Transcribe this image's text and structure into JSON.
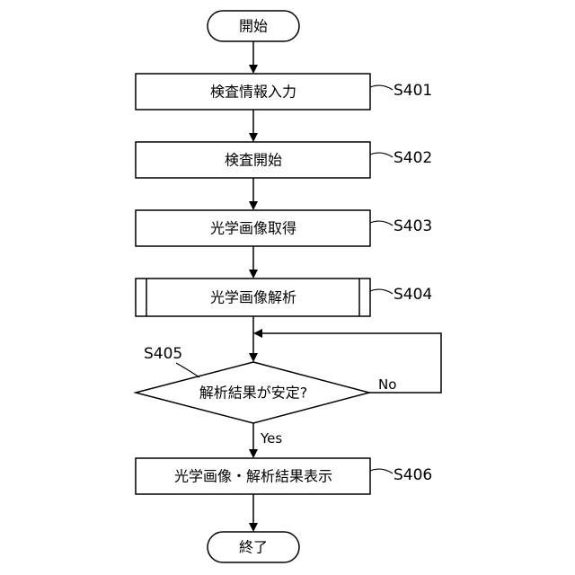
{
  "nodes": {
    "start": "開始",
    "s401": "検査情報入力",
    "s402": "検査開始",
    "s403": "光学画像取得",
    "s404": "光学画像解析",
    "s405": "解析結果が安定?",
    "s406": "光学画像・解析結果表示",
    "end": "終了"
  },
  "step_labels": {
    "s401": "S401",
    "s402": "S402",
    "s403": "S403",
    "s404": "S404",
    "s405": "S405",
    "s406": "S406"
  },
  "branches": {
    "yes": "Yes",
    "no": "No"
  }
}
